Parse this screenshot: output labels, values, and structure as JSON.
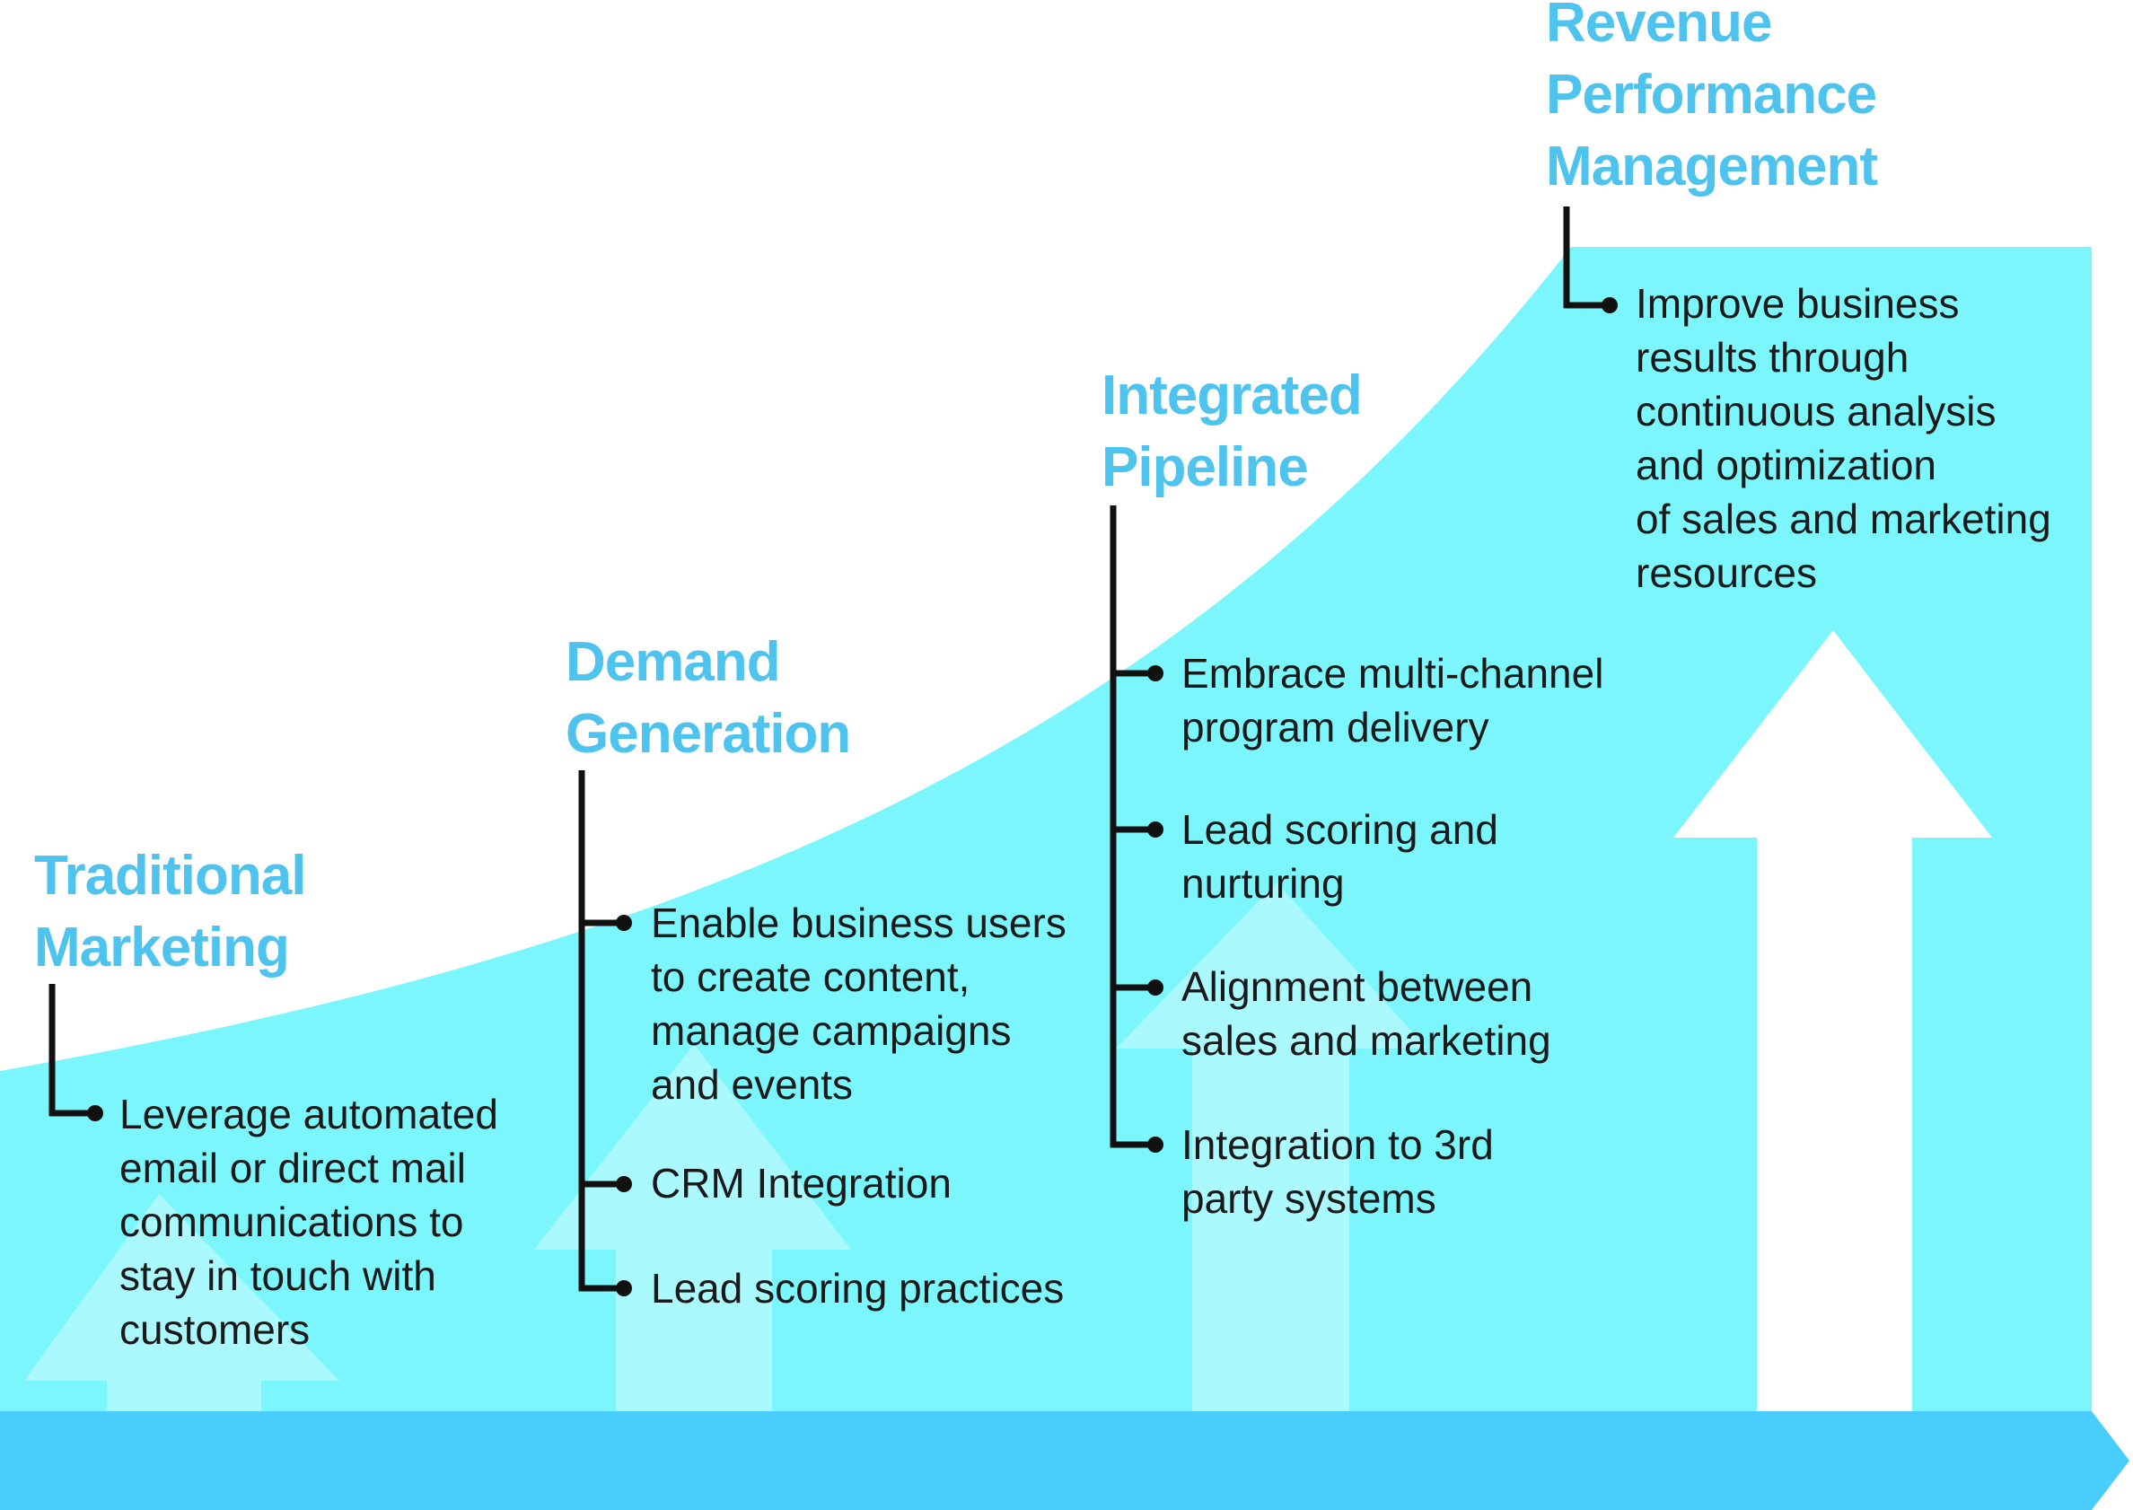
{
  "colors": {
    "area": "#7cf6fd",
    "timeline": "#48cdfc",
    "ghost_arrow": "#a9f9fe",
    "white_arrow": "#ffffff",
    "title": "#4ec3ee",
    "text": "#1a1a1a",
    "connector": "#111111"
  },
  "stages": [
    {
      "title_lines": [
        "Traditional",
        "Marketing"
      ],
      "items": [
        "Leverage automated\nemail or direct mail\ncommunications to\nstay in touch with\ncustomers"
      ]
    },
    {
      "title_lines": [
        "Demand",
        "Generation"
      ],
      "items": [
        "Enable business users\nto create content,\nmanage campaigns\nand events",
        "CRM Integration",
        "Lead scoring practices"
      ]
    },
    {
      "title_lines": [
        "Integrated",
        "Pipeline"
      ],
      "items": [
        "Embrace multi-channel\nprogram delivery",
        "Lead scoring and\nnurturing",
        "Alignment between\nsales and marketing",
        "Integration to 3rd\nparty systems"
      ]
    },
    {
      "title_lines": [
        "Revenue",
        "Performance",
        "Management"
      ],
      "items": [
        "Improve business\nresults through\ncontinuous analysis\nand optimization\nof sales and marketing\nresources"
      ]
    }
  ]
}
